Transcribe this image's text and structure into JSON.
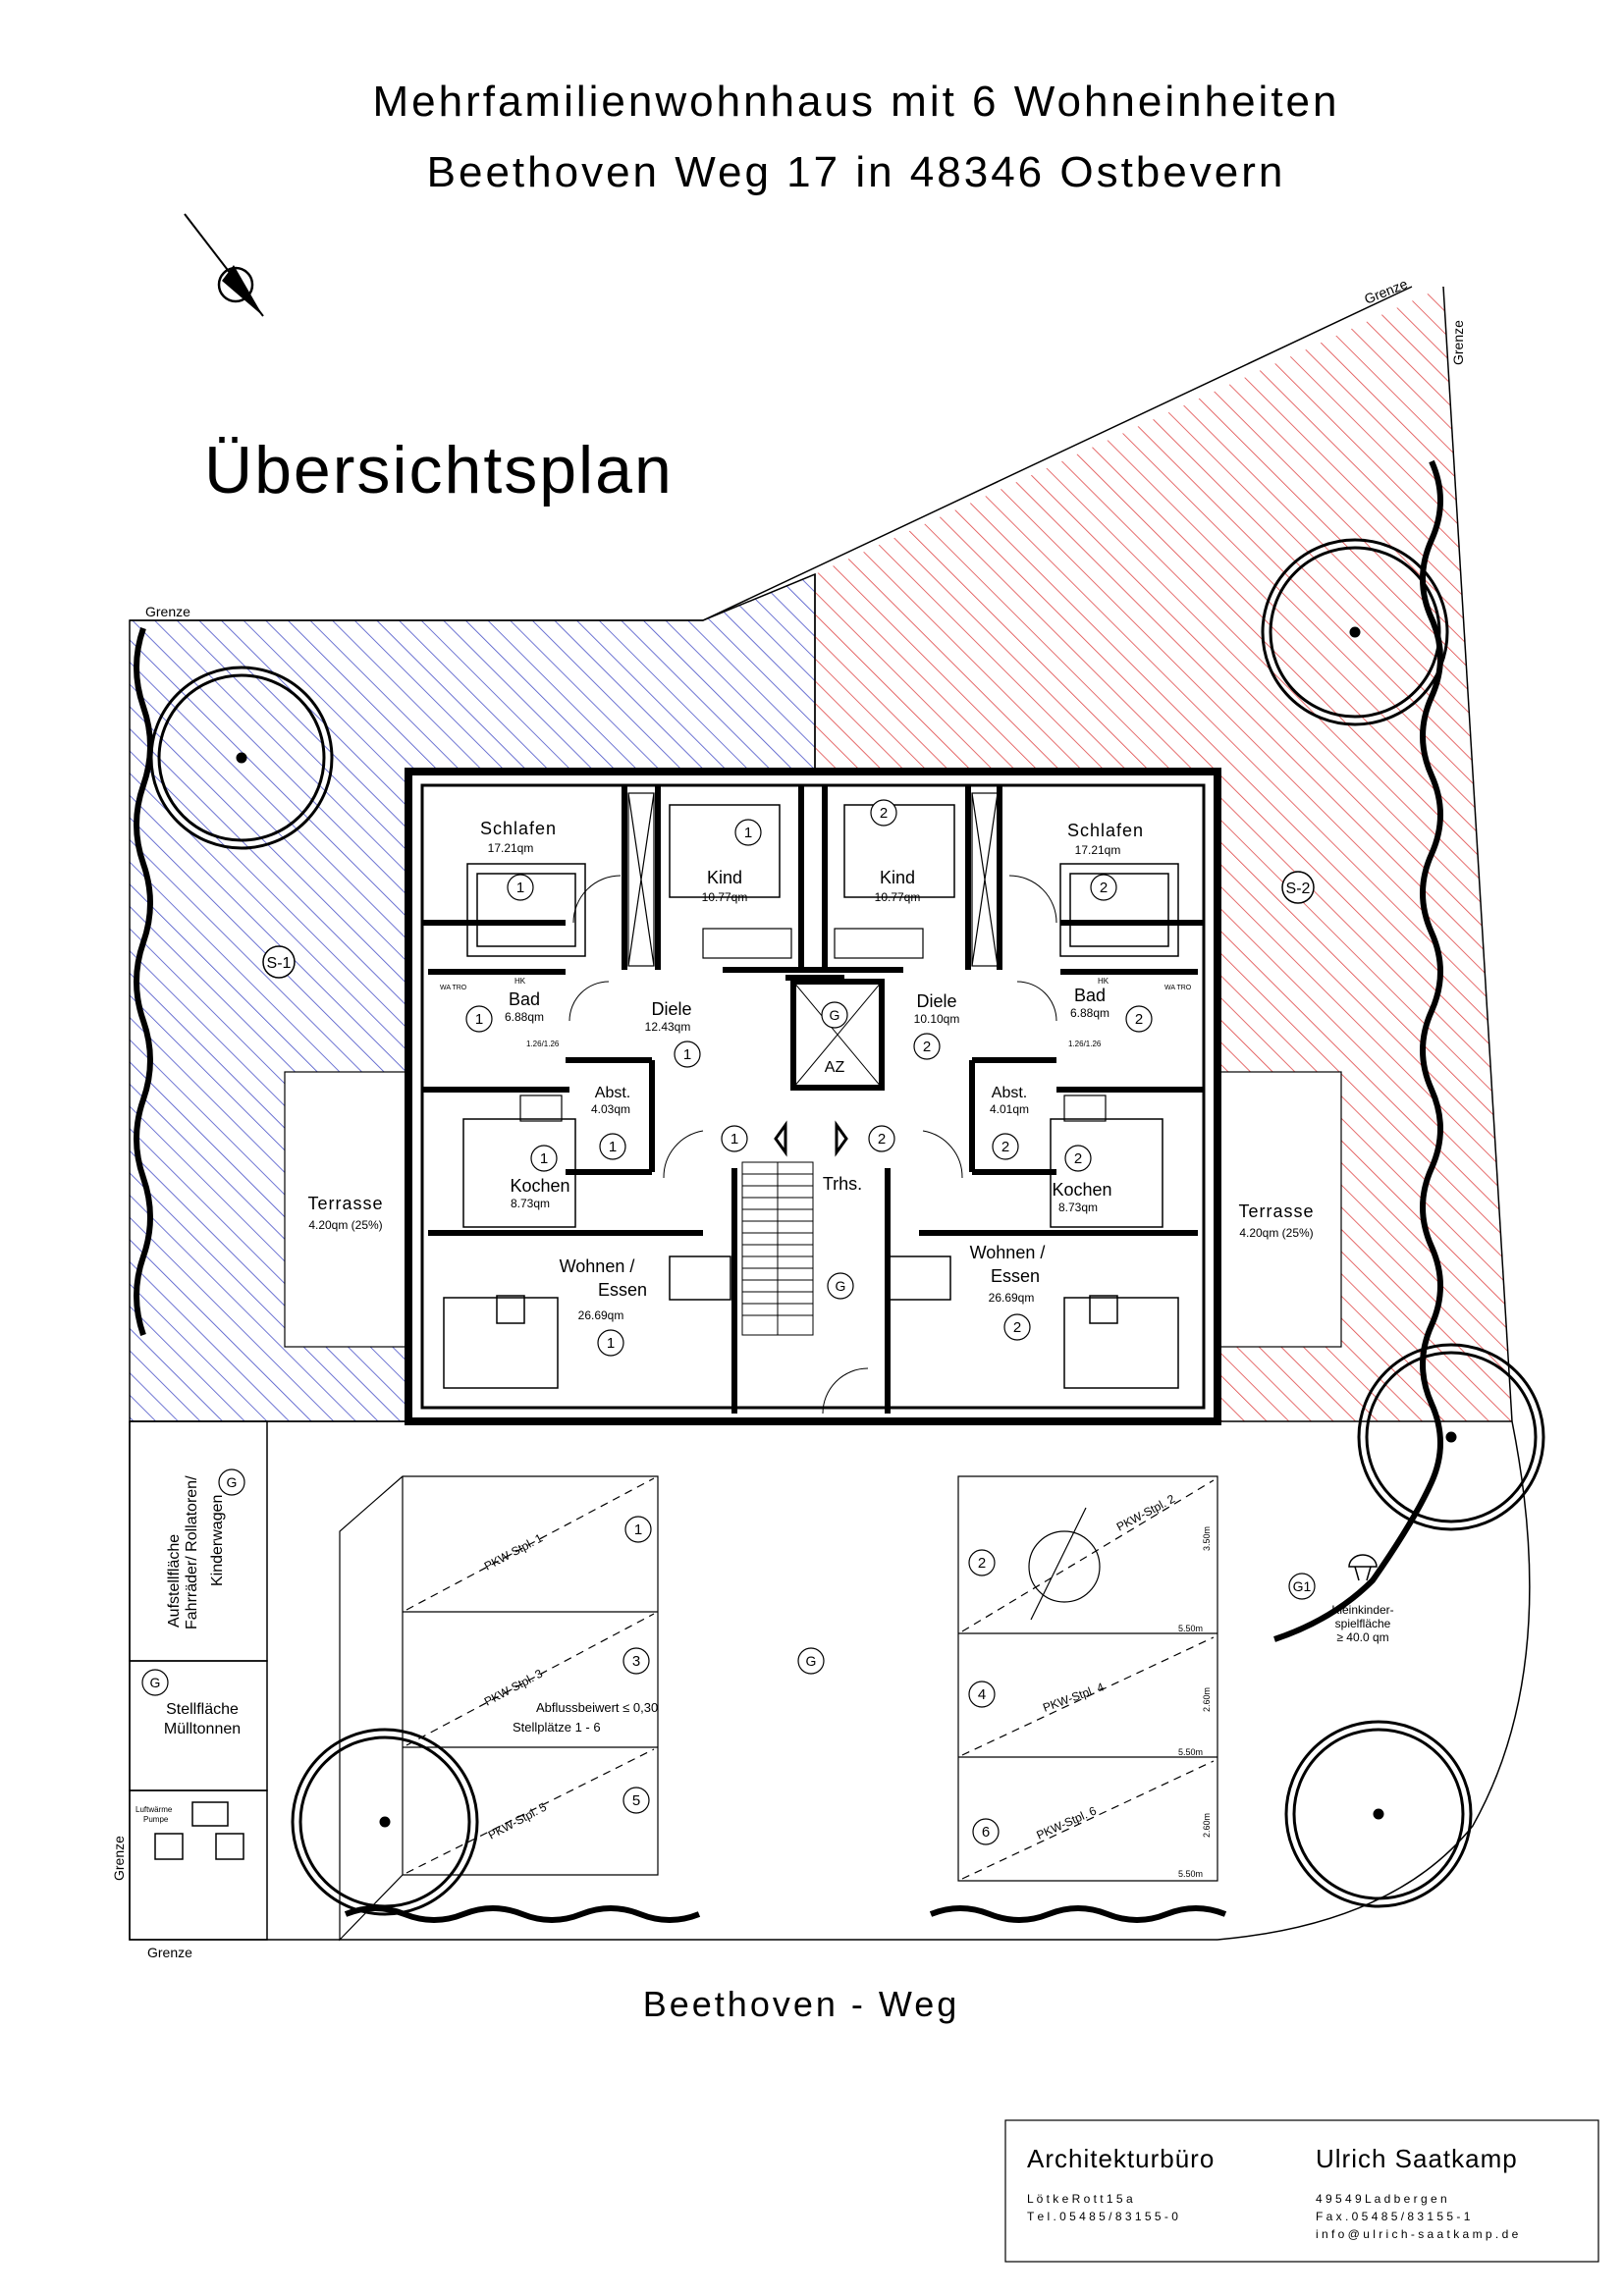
{
  "header": {
    "line1": "Mehrfamilienwohnhaus mit 6 Wohneinheiten",
    "line2": "Beethoven Weg 17 in 48346 Ostbevern"
  },
  "plan_title": "Übersichtsplan",
  "street": "Beethoven - Weg",
  "boundary_label": "Grenze",
  "areas": {
    "s1": "S-1",
    "s2": "S-2",
    "g": "G",
    "g1": "G1"
  },
  "rooms": {
    "schlafen": "Schlafen",
    "schlafen_area": "17.21qm",
    "kind": "Kind",
    "kind_area": "10.77qm",
    "bad": "Bad",
    "bad_area": "6.88qm",
    "diele": "Diele",
    "diele1_area": "12.43qm",
    "diele2_area": "10.10qm",
    "abst": "Abst.",
    "abst1_area": "4.03qm",
    "abst2_area": "4.01qm",
    "kochen": "Kochen",
    "kochen_area": "8.73qm",
    "wohnen1": "Wohnen /",
    "wohnen2": "Essen",
    "wohnen_area": "26.69qm",
    "terrasse": "Terrasse",
    "terrasse_area": "4.20qm (25%)",
    "trhs": "Trhs.",
    "az": "AZ",
    "wm": "WA TRO",
    "hk": "HK",
    "window_spec": "1.26/1.26"
  },
  "units": {
    "u1": "1",
    "u2": "2",
    "u3": "3",
    "u4": "4",
    "u5": "5",
    "u6": "6"
  },
  "parking": {
    "p1": "PKW-Stpl. 1",
    "p2": "PKW-Stpl. 2",
    "p3": "PKW-Stpl. 3",
    "p4": "PKW-Stpl. 4",
    "p5": "PKW-Stpl. 5",
    "p6": "PKW-Stpl. 6",
    "runoff_line1": "Abflussbeiwert ≤ 0,30",
    "runoff_line2": "Stellplätze 1 - 6",
    "dim_550": "5.50m",
    "dim_350": "3.50m",
    "dim_260": "2.60m"
  },
  "facilities": {
    "bikes_l1": "Aufstellfläche",
    "bikes_l2": "Fahrräder/ Rollatoren/",
    "bikes_l3": "Kinderwagen",
    "bins_l1": "Stellfläche",
    "bins_l2": "Mülltonnen",
    "heatpump_l1": "Luftwärme",
    "heatpump_l2": "Pumpe",
    "play_l1": "Kleinkinder-",
    "play_l2": "spielfläche",
    "play_l3": "≥ 40.0 qm"
  },
  "titleblock": {
    "office": "Architekturbüro",
    "name": "Ulrich  Saatkamp",
    "street": "L ö t k e   R o t t   1 5 a",
    "tel": "T e l . 0 5 4 8 5 / 8 3 1 5 5 - 0",
    "city": "4 9 5 4 9   L a d b e r g e n",
    "fax": "F a x .  0 5 4 8 5 / 8 3 1 5 5 - 1",
    "email": "i n f o @ u l r i c h - s a a t k a m p . d e"
  },
  "colors": {
    "blue_hatch": "#4a52c8",
    "red_hatch": "#e04848",
    "ink": "#000000"
  },
  "icons": {
    "north": "north-arrow-icon",
    "tree": "tree-circle-icon",
    "play": "playground-icon"
  }
}
